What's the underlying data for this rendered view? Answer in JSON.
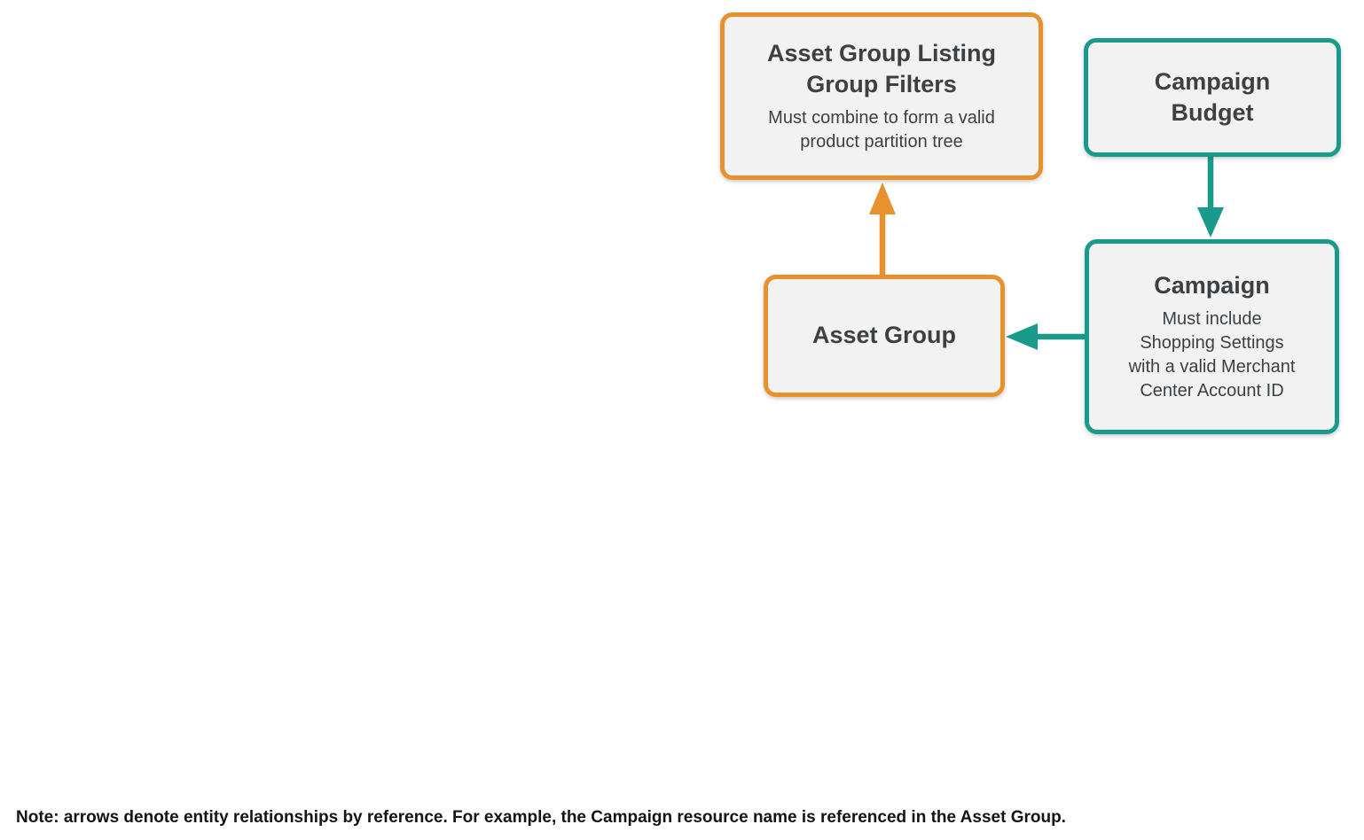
{
  "colors": {
    "orange": "#E8912D",
    "teal": "#1A9A8A",
    "box-fill": "#F2F2F2",
    "text": "#3C4043",
    "note": "#141414",
    "background": "#FFFFFF"
  },
  "diagram": {
    "nodes": [
      {
        "id": "asset-group-listing-group-filters",
        "title": "Asset Group Listing\nGroup Filters",
        "subtitle": "Must combine to form a valid\nproduct partition tree",
        "accent": "orange"
      },
      {
        "id": "campaign-budget",
        "title": "Campaign\nBudget",
        "subtitle": "",
        "accent": "teal"
      },
      {
        "id": "campaign",
        "title": "Campaign",
        "subtitle": "Must include\nShopping Settings\nwith a valid Merchant\nCenter Account ID",
        "accent": "teal"
      },
      {
        "id": "asset-group",
        "title": "Asset Group",
        "subtitle": "",
        "accent": "orange"
      }
    ],
    "edges": [
      {
        "from": "asset-group",
        "to": "asset-group-listing-group-filters",
        "color": "orange",
        "direction": "up"
      },
      {
        "from": "campaign-budget",
        "to": "campaign",
        "color": "teal",
        "direction": "down"
      },
      {
        "from": "campaign",
        "to": "asset-group",
        "color": "teal",
        "direction": "left"
      }
    ]
  },
  "note": "Note: arrows denote entity relationships by reference. For example, the Campaign resource name is referenced in the Asset Group."
}
